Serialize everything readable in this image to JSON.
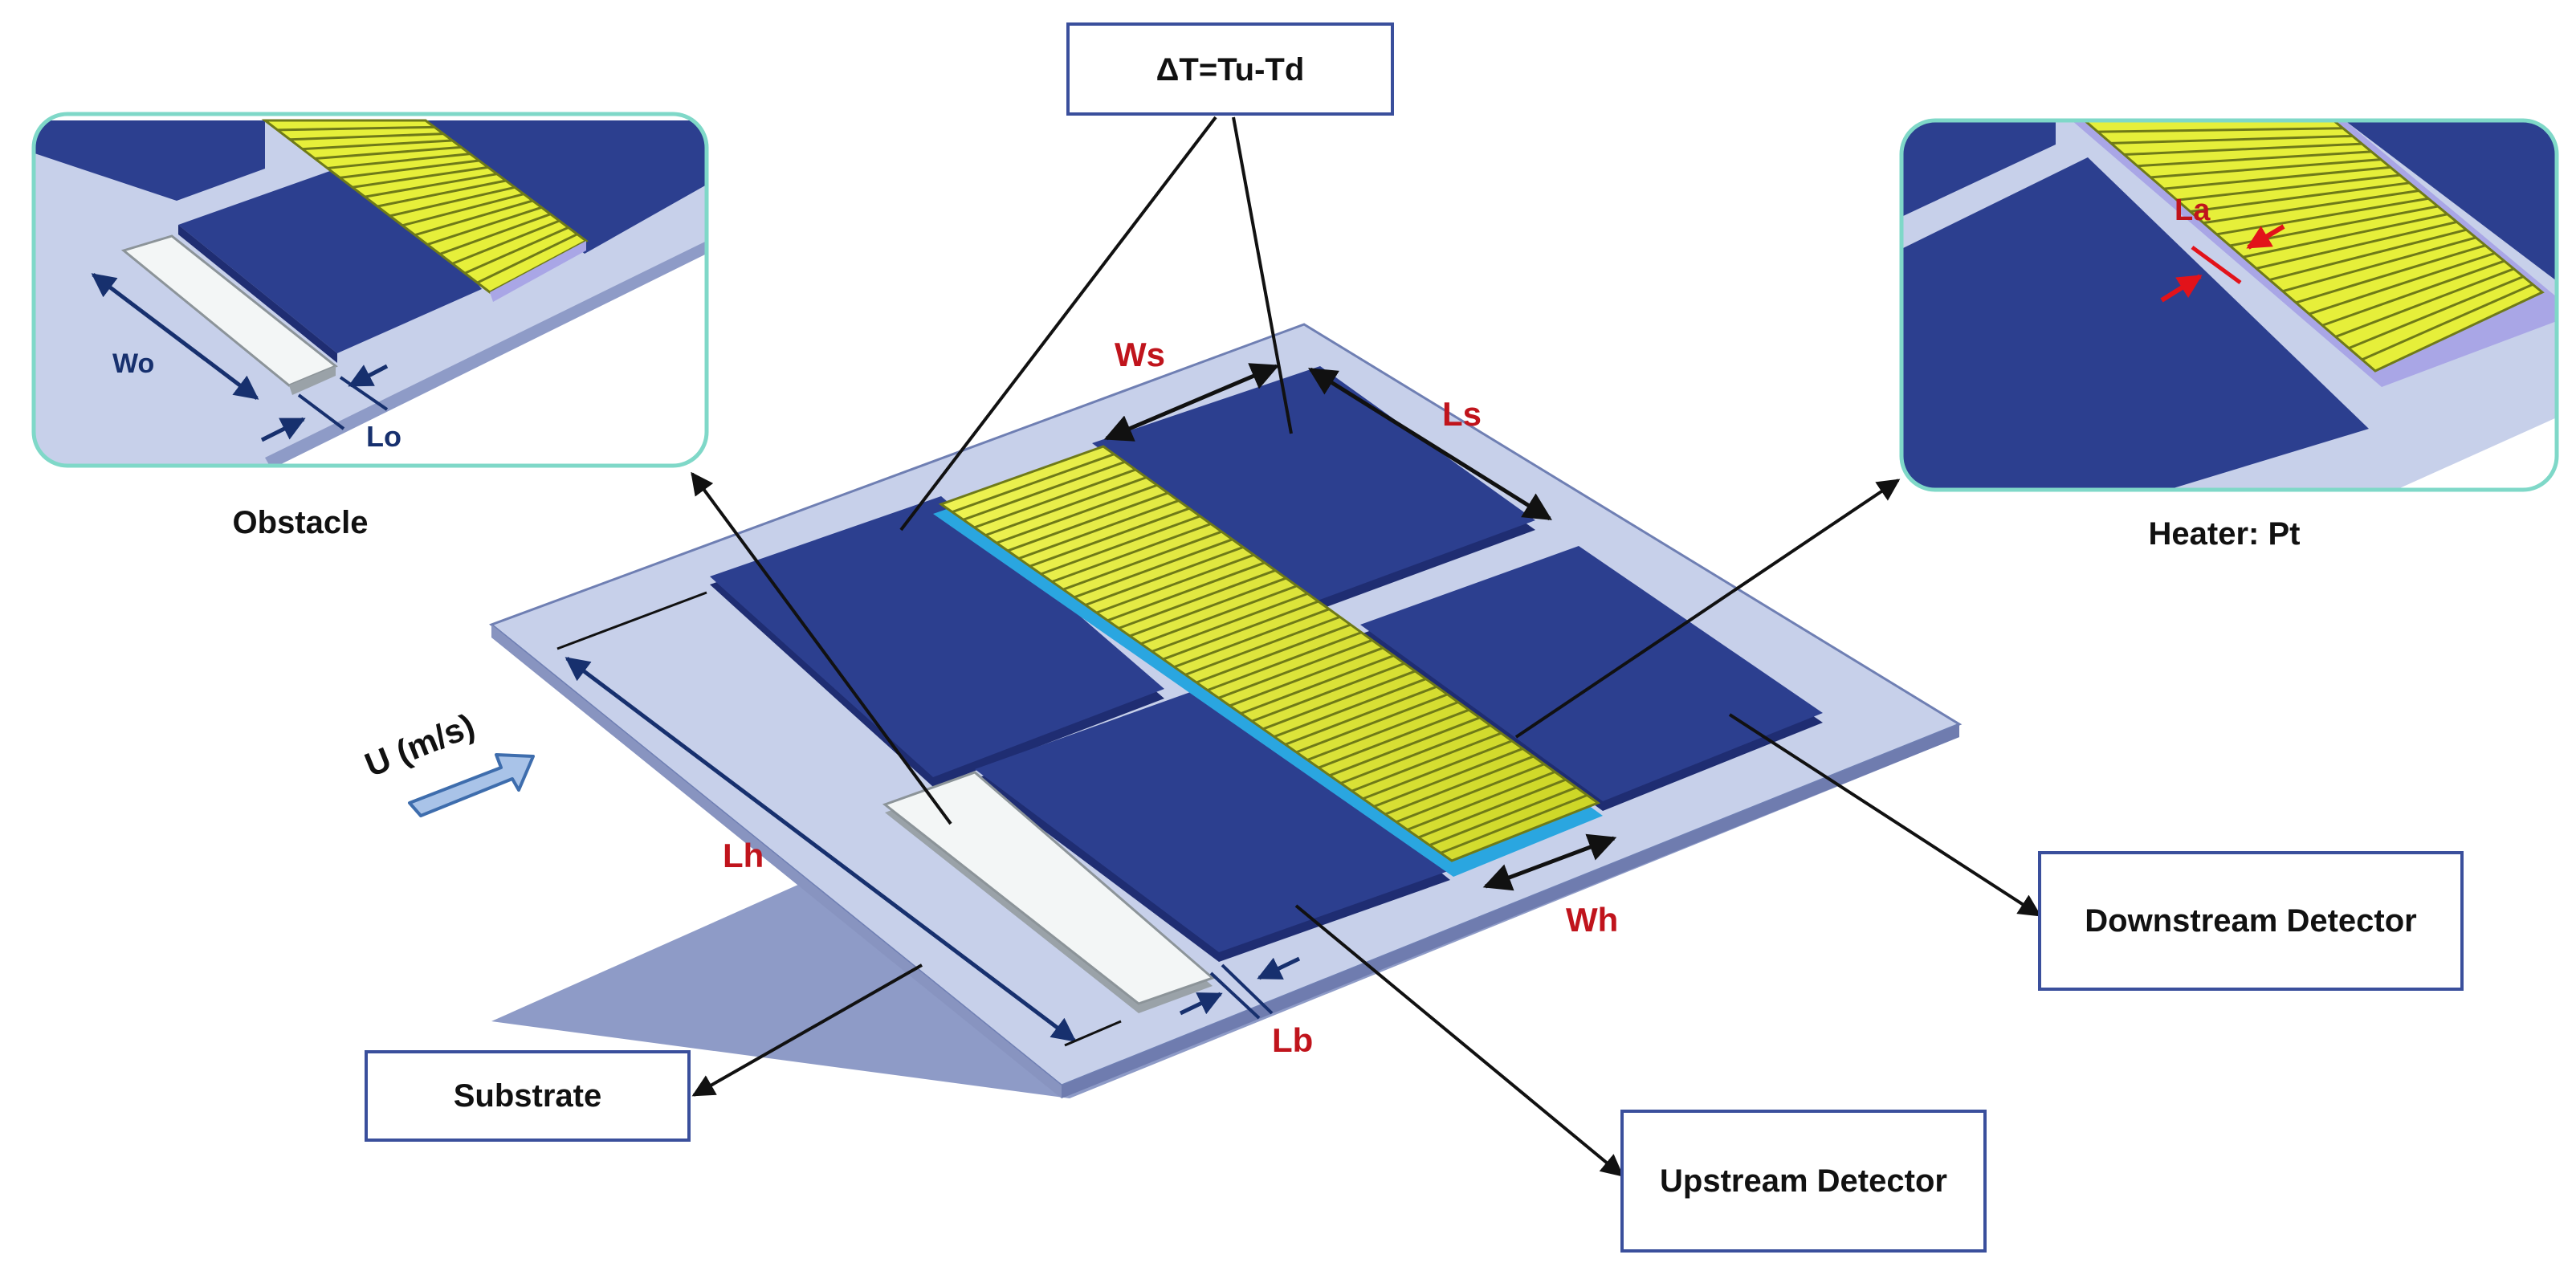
{
  "labels": {
    "delta_t": "ΔT=Tu-Td",
    "substrate": "Substrate",
    "upstream": "Upstream Detector",
    "downstream": "Downstream Detector",
    "obstacle": "Obstacle",
    "heater": "Heater: Pt",
    "flow": "U (m/s)"
  },
  "dimensions": {
    "ws": "Ws",
    "ls": "Ls",
    "lh": "Lh",
    "wh": "Wh",
    "lb": "Lb",
    "wo": "Wo",
    "lo": "Lo",
    "la": "La"
  },
  "colors": {
    "substrate": "#c7d0ea",
    "detector": "#2c3f8f",
    "heater": "#e6ef3a",
    "heater_edge": "#6f7a18",
    "obstacle": "#f3f6f6",
    "dim_red": "#c0141c",
    "dim_blue": "#17306e",
    "inset_border": "#7fd8c8",
    "box_border": "#3a4f9c"
  }
}
